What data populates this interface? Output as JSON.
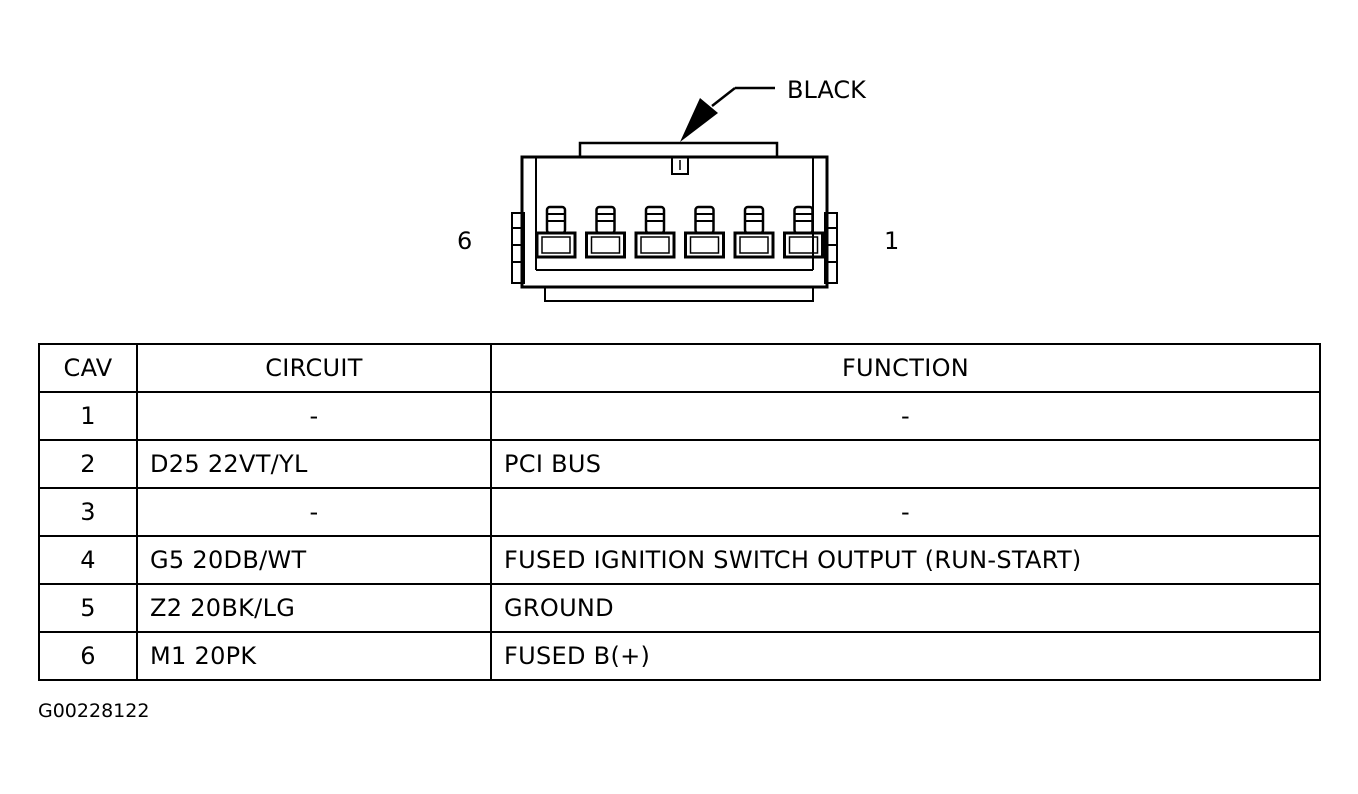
{
  "connector": {
    "color_label": "BLACK",
    "pin_left_label": "6",
    "pin_right_label": "1",
    "pin_count": 6
  },
  "table": {
    "headers": [
      "CAV",
      "CIRCUIT",
      "FUNCTION"
    ],
    "rows": [
      {
        "cav": "1",
        "circuit": "-",
        "function": "-"
      },
      {
        "cav": "2",
        "circuit": "D25 22VT/YL",
        "function": "PCI BUS"
      },
      {
        "cav": "3",
        "circuit": "-",
        "function": "-"
      },
      {
        "cav": "4",
        "circuit": "G5 20DB/WT",
        "function": "FUSED IGNITION SWITCH OUTPUT (RUN-START)"
      },
      {
        "cav": "5",
        "circuit": "Z2 20BK/LG",
        "function": "GROUND"
      },
      {
        "cav": "6",
        "circuit": "M1 20PK",
        "function": "FUSED B(+)"
      }
    ]
  },
  "figure_id": "G00228122"
}
